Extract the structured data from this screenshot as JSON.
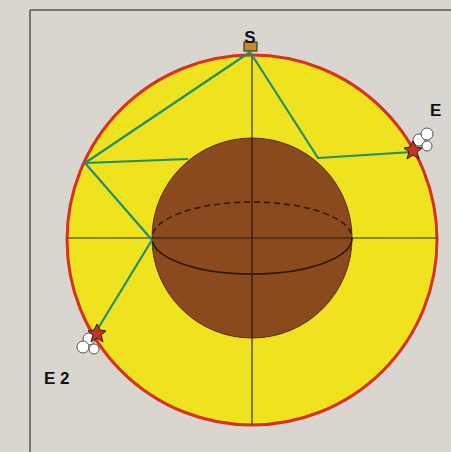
{
  "diagram": {
    "labels": [
      "S",
      "E",
      "E 2"
    ]
  }
}
